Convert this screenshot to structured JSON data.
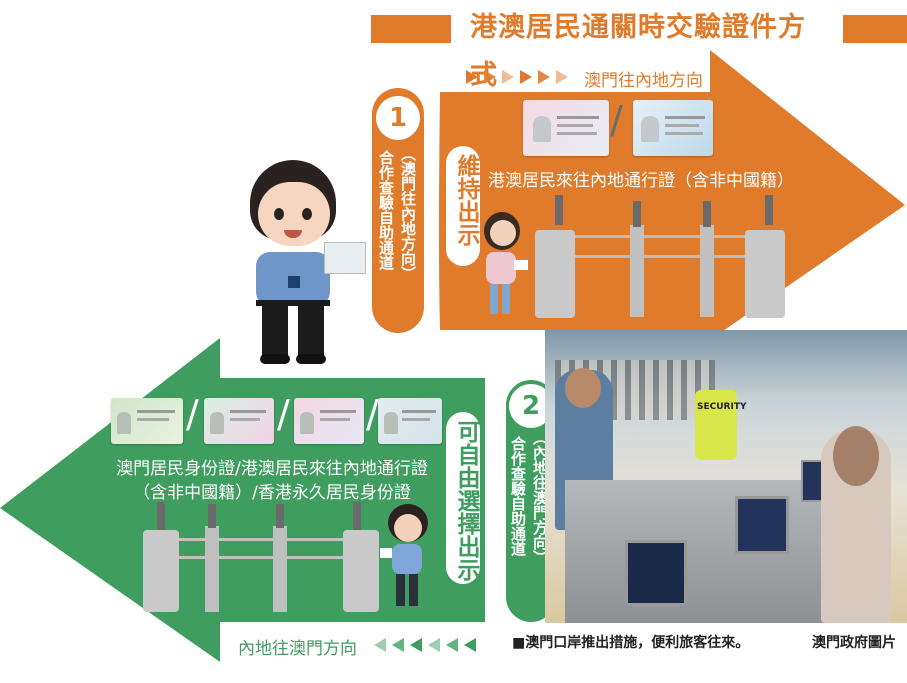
{
  "title": "港澳居民通關時交驗證件方式",
  "top_direction": "澳門往內地方向",
  "bottom_direction": "內地往澳門方向",
  "badge_1": "1",
  "badge_2": "2",
  "channel_1_vertical": "合作查驗自助通道",
  "channel_1_direction": "（澳門往內地方向）",
  "channel_2_vertical": "合作查驗自助通道",
  "channel_2_direction": "（內地往澳門方向）",
  "maintain_show": "維持出示",
  "free_choice": "可自由選擇出示",
  "top_cards_caption": "港澳居民來往內地通行證（含非中國籍）",
  "bottom_cards_caption_line1": "澳門居民身份證/港澳居民來往內地通行證",
  "bottom_cards_caption_line2": "（含非中國籍）/香港永久居民身份證",
  "slash": "/",
  "photo_security_label": "SECURITY",
  "photo_caption": "■澳門口岸推出措施，便利旅客往來。",
  "photo_credit": "澳門政府圖片",
  "colors": {
    "orange": "#e07b2c",
    "green": "#3f9e5f",
    "gray": "#6b6b6b"
  }
}
